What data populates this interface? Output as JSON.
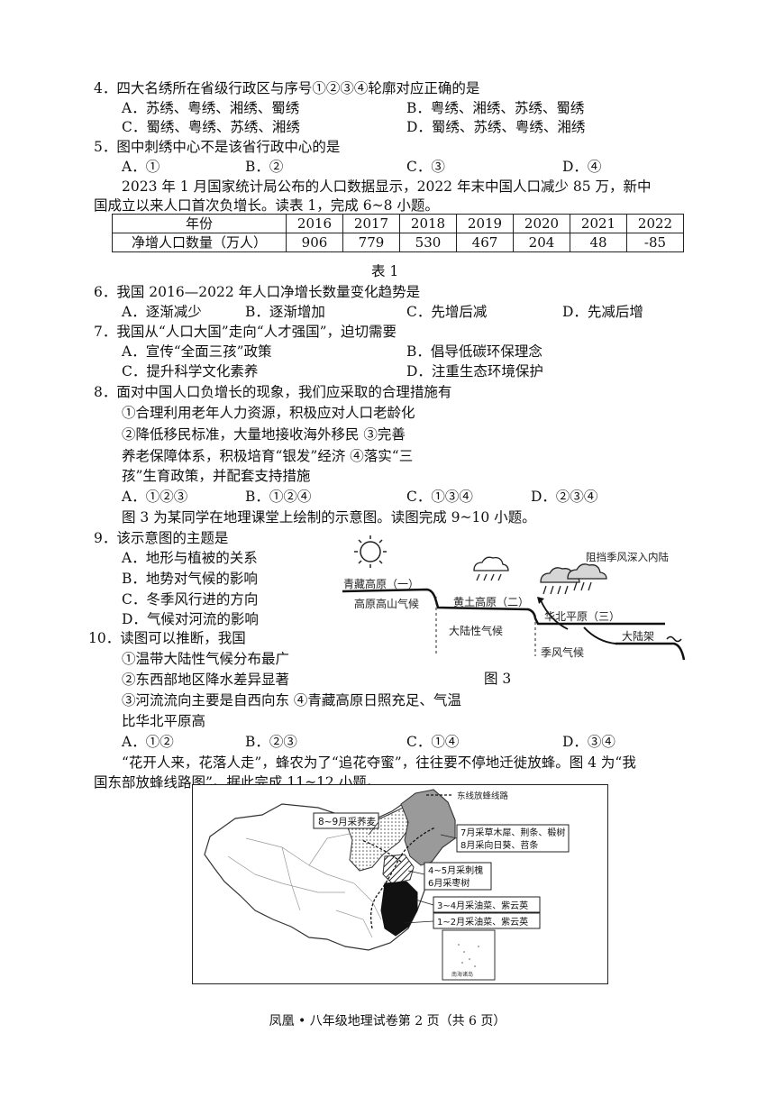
{
  "q4": {
    "stem": "4．四大名绣所在省级行政区与序号①②③④轮廓对应正确的是",
    "a": "A．苏绣、粤绣、湘绣、蜀绣",
    "b": "B．粤绣、湘绣、苏绣、蜀绣",
    "c": "C．蜀绣、粤绣、苏绣、湘绣",
    "d": "D．蜀绣、苏绣、粤绣、湘绣"
  },
  "q5": {
    "stem": "5．图中刺绣中心不是该省行政中心的是",
    "a": "A．①",
    "b": "B．②",
    "c": "C．③",
    "d": "D．④"
  },
  "intro1": {
    "line1": "2023 年 1 月国家统计局公布的人口数据显示，2022 年末中国人口减少 85 万，新中",
    "line2": "国成立以来人口首次负增长。读表 1，完成 6~8 小题。"
  },
  "table1": {
    "header_label": "年份",
    "row_label": "净增人口数量（万人）",
    "years": [
      "2016",
      "2017",
      "2018",
      "2019",
      "2020",
      "2021",
      "2022"
    ],
    "values": [
      "906",
      "779",
      "530",
      "467",
      "204",
      "48",
      "-85"
    ],
    "caption": "表 1"
  },
  "q6": {
    "stem": "6．我国 2016—2022 年人口净增长数量变化趋势是",
    "a": "A．逐渐减少",
    "b": "B．逐渐增加",
    "c": "C．先增后减",
    "d": "D．先减后增"
  },
  "q7": {
    "stem": "7．我国从“人口大国”走向“人才强国”，迫切需要",
    "a": "A．宣传“全面三孩”政策",
    "b": "B．倡导低碳环保理念",
    "c": "C．提升科学文化素养",
    "d": "D．注重生态环境保护"
  },
  "q8": {
    "stem": "8．面对中国人口负增长的现象，我们应采取的合理措施有",
    "l1": "①合理利用老年人力资源，积极应对人口老龄化",
    "l2": "②降低移民标准，大量地接收海外移民 ③完善",
    "l3": "养老保障体系，积极培育“银发”经济 ④落实“三",
    "l4": "孩”生育政策，并配套支持措施",
    "a": "A．①②③",
    "b": "B．①②④",
    "c": "C．①③④",
    "d": "D．②③④"
  },
  "intro2": "图 3 为某同学在地理课堂上绘制的示意图。读图完成 9~10 小题。",
  "q9": {
    "stem": "9．该示意图的主题是",
    "a": "A．地形与植被的关系",
    "b": "B．地势对气候的影响",
    "c": "C．冬季风行进的方向",
    "d": "D．气候对河流的影响"
  },
  "fig3": {
    "qinghai": "青藏高原（一）",
    "alpine": "高原高山气候",
    "loess": "黄土高原（二）",
    "continental": "大陆性气候",
    "block": "阻挡季风深入内陆",
    "plain": "华北平原（三）",
    "shelf": "大陆架",
    "monsoon": "季风气候",
    "caption": "图 3"
  },
  "q10": {
    "stem": "10．读图可以推断，我国",
    "l1": "①温带大陆性气候分布最广",
    "l2": "②东西部地区降水差异显著",
    "l3": "③河流流向主要是自西向东 ④青藏高原日照充足、气温",
    "l4": "比华北平原高",
    "a": "A．①②",
    "b": "B．②③",
    "c": "C．①④",
    "d": "D．③④"
  },
  "intro3": {
    "line1": "“花开人来，花落人走”，蜂农为了“追花夺蜜”，往往要不停地迁徙放蜂。图 4 为“我",
    "line2": "国东部放蜂线路图”。据此完成 11~12 小题。"
  },
  "fig4": {
    "legend": "东线放蜂线路",
    "box1": "8~9月采荞麦",
    "box2a": "7月采草木犀、荆条、椴树",
    "box2b": "8月采向日葵、苕条",
    "box3a": "4~5月采刺槐",
    "box3b": "6月采枣树",
    "box4": "3~4月采油菜、紫云英",
    "box5": "1~2月采油菜、紫云英",
    "inset": "南海诸岛"
  },
  "footer": "凤凰 • 八年级地理试卷第 2 页（共 6 页）"
}
